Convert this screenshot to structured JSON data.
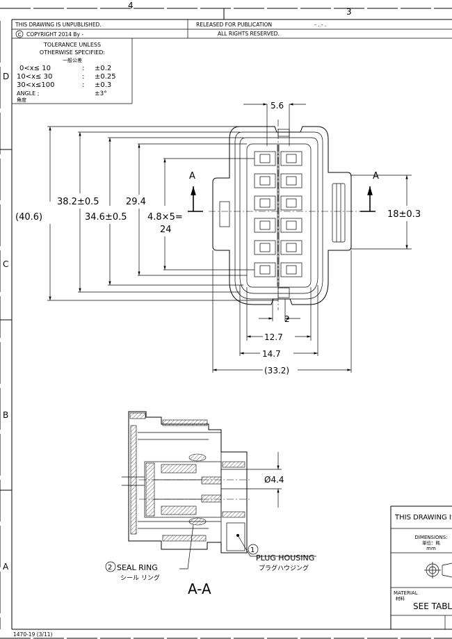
{
  "zones": {
    "top_left": "4",
    "top_right": "3",
    "d": "D",
    "c": "C",
    "b": "B",
    "a": "A"
  },
  "header": {
    "unpublished": "THIS DRAWING IS UNPUBLISHED.",
    "released": "RELEASED FOR PUBLICATION",
    "released_val": "- . -   .",
    "rights": "ALL RIGHTS RESERVED.",
    "copyright": "COPYRIGHT  2014   By  -"
  },
  "tolerance": {
    "title1": "TOLERANCE UNLESS",
    "title2": "OTHERWISE SPECIFIED:",
    "title_jp": "一般公差",
    "rows": [
      {
        "range": "0<x≤  10",
        "sep": ":",
        "tol": "±0.2"
      },
      {
        "range": "10<x≤  30",
        "sep": ":",
        "tol": "±0.25"
      },
      {
        "range": "30<x≤100",
        "sep": ":",
        "tol": "±0.3"
      }
    ],
    "angle": "ANGLE  ;",
    "angle_tol": "±3°",
    "angle_jp": "角度"
  },
  "dims": {
    "d56": "5.6",
    "d40": "(40.6)",
    "d38": "38.2±0.5",
    "d34": "34.6±0.5",
    "d29": "29.4",
    "d48a": "4.8×5=",
    "d48b": "24",
    "d18": "18±0.3",
    "d2": "2",
    "d127": "12.7",
    "d147": "14.7",
    "d332": "(33.2)",
    "d44": "Ø4.4",
    "sec_a": "A",
    "sec_label": "A-A"
  },
  "callouts": {
    "c1_num": "1",
    "c1": "PLUG HOUSING",
    "c1_jp": "プラグハウジング",
    "c2_num": "2",
    "c2": "SEAL RING",
    "c2_jp": "シール リング"
  },
  "titleblock": {
    "drawing": "THIS DRAWING IS",
    "dimensions": "DIMENSIONS:",
    "unit_jp": "単位：粍",
    "unit": "mm",
    "material": "MATERIAL",
    "material_jp": "材料",
    "see_table": "SEE TABL"
  },
  "footer": "1470-19  (3/11)"
}
